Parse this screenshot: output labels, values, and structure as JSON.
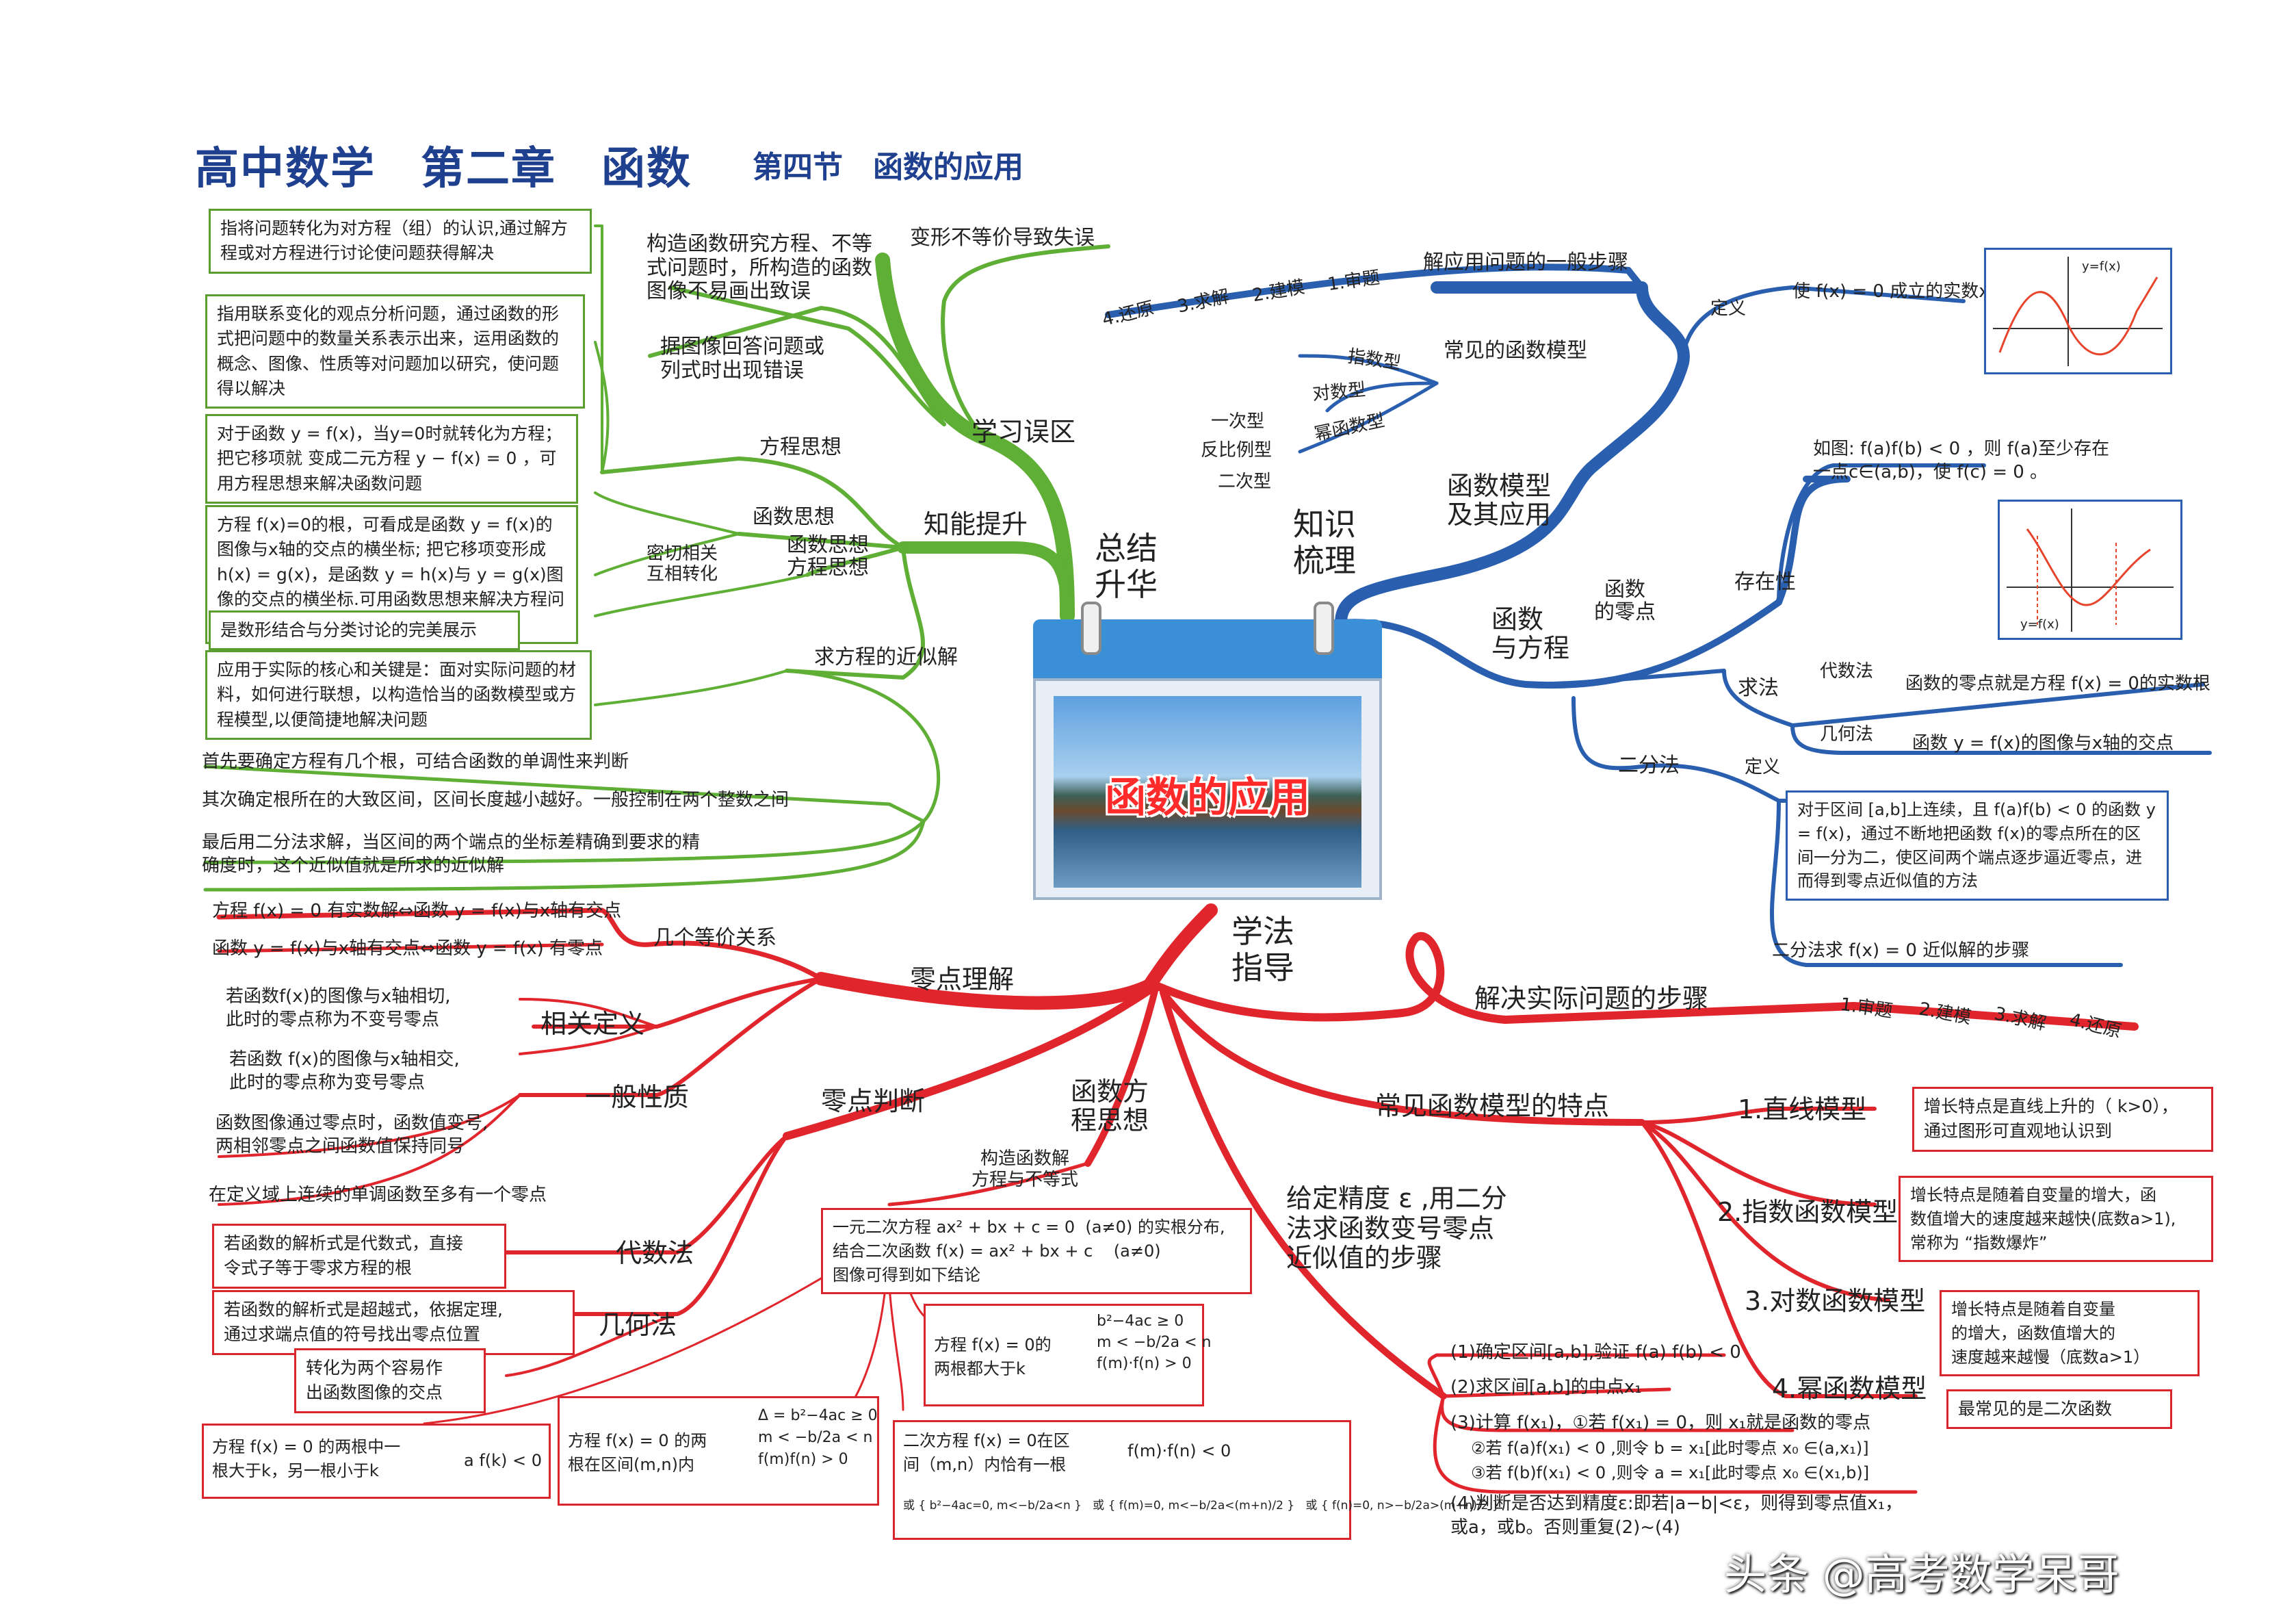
{
  "header": {
    "title": "高中数学　第二章　函数",
    "subtitle": "第四节　函数的应用"
  },
  "center": {
    "title": "函数的应用",
    "branch_zsth": "总结\n升华",
    "branch_zssl": "知识\n梳理",
    "branch_xfzd": "学法\n指导"
  },
  "green": {
    "xuexi_wuqu": "学习误区",
    "zhineng_tisheng": "知能提升",
    "bianxing": "变形不等价导致失误",
    "gouzao": "构造函数研究方程、不等\n式问题时，所构造的函数\n图像不易画出致误",
    "tuxiang_huida": "据图像回答问题或\n列式时出现错误",
    "fangcheng_sixiang": "方程思想",
    "hanshu_sixiang": "函数思想",
    "miqie": "密切相关\n互相转化",
    "hanshu_fangcheng": "函数思想\n方程思想",
    "qiu_jinsi": "求方程的近似解",
    "box1": "指将问题转化为对方程（组）的认识,通过解方程或对方程进行讨论使问题获得解决",
    "box2": "指用联系变化的观点分析问题，通过函数的形式把问题中的数量关系表示出来，运用函数的概念、图像、性质等对问题加以研究，使问题得以解决",
    "box3": "对于函数 y = f(x)，当y=0时就转化为方程；把它移项就 变成二元方程 y − f(x) = 0 ，可用方程思想来解决函数问题",
    "box4": "方程 f(x)=0的根，可看成是函数 y = f(x)的图像与x轴的交点的横坐标; 把它移项变形成 h(x) = g(x)，是函数 y = h(x)与 y = g(x)图像的交点的横坐标.可用函数思想来解决方程问题",
    "box5": "是数形结合与分类讨论的完美展示",
    "box6": "应用于实际的核心和关键是：面对实际问题的材料，如何进行联想，以构造恰当的函数模型或方程模型,以便简捷地解决问题",
    "line1": "首先要确定方程有几个根，可结合函数的单调性来判断",
    "line2": "其次确定根所在的大致区间，区间长度越小越好。一般控制在两个整数之间",
    "line3": "最后用二分法求解，当区间的两个端点的坐标差精确到要求的精\n确度时，这个近似值就是所求的近似解"
  },
  "blue": {
    "jiejue_buzhou": "解应用问题的一般步骤",
    "steps": [
      "4.还原",
      "3.求解",
      "2.建模",
      "1.审题"
    ],
    "changjian_moxing": "常见的函数模型",
    "models": [
      "指数型",
      "对数型",
      "幂函数型",
      "一次型",
      "反比例型",
      "二次型"
    ],
    "moxing_yingyong": "函数模型\n及其应用",
    "hanshu_fangcheng": "函数\n与方程",
    "hanshu_lingdian": "函数\n的零点",
    "dingyi": "定义",
    "dingyi_text": "使 f(x) = 0 成立的实数x",
    "cunzaixing": "存在性",
    "cunzaixing_text": "如图: f(a)f(b) < 0 ，则 f(a)至少存在\n一点c∈(a,b)，使 f(c) = 0 。",
    "qiufa": "求法",
    "daishufa": "代数法",
    "daishufa_text": "函数的零点就是方程 f(x) = 0的实数根",
    "jihefa": "几何法",
    "jihefa_text": "函数 y = f(x)的图像与x轴的交点",
    "erfenfa": "二分法",
    "erfen_dingyi": "定义",
    "erfen_box": "对于区间 [a,b]上连续，且 f(a)f(b) < 0 的函数 y = f(x)，通过不断地把函数 f(x)的零点所在的区间一分为二，使区间两个端点逐步逼近零点，进而得到零点近似值的方法",
    "erfen_buzhou": "二分法求 f(x) = 0 近似解的步骤",
    "chart1_label": "y=f(x)",
    "chart2_label": "y=f(x)"
  },
  "red": {
    "lingdian_lijie": "零点理解",
    "jige_dengjia": "几个等价关系",
    "dengjia1": "方程 f(x) = 0 有实数解⇔函数 y = f(x)与x轴有交点",
    "dengjia2": "函数 y = f(x)与x轴有交点⇔函数 y = f(x) 有零点",
    "xiangguan_dingyi": "相关定义",
    "ding1": "若函数f(x)的图像与x轴相切,\n此时的零点称为不变号零点",
    "ding2": "若函数 f(x)的图像与x轴相交,\n此时的零点称为变号零点",
    "yiban_xingzhi": "一般性质",
    "xingzhi1": "函数图像通过零点时，函数值变号,\n两相邻零点之间函数值保持同号",
    "xingzhi2": "在定义域上连续的单调函数至多有一个零点",
    "lingdian_panduan": "零点判断",
    "daishufa": "代数法",
    "daishu_box": "若函数的解析式是代数式，直接\n令式子等于零求方程的根",
    "jihefa": "几何法",
    "jihe_box": "若函数的解析式是超越式，依据定理,\n通过求端点值的符号找出零点位置",
    "zhuanhua_box": "转化为两个容易作\n出函数图像的交点",
    "hanshu_fangcheng_sixiang": "函数方\n程思想",
    "gouzao_budengshi": "构造函数解\n方程与不等式",
    "erci_box": "一元二次方程 ax² + bx + c = 0  (a≠0) 的实根分布,\n结合二次函数 f(x) = ax² + bx + c    (a≠0)\n图像可得到如下结论",
    "case1_left": "方程 f(x) = 0的\n两根都大于k",
    "case1_right": "b²−4ac ≥ 0\nm < −b/2a < n\nf(m)·f(n) > 0",
    "case2_left": "方程 f(x) = 0 的两根中一\n根大于k，另一根小于k",
    "case2_right": "a f(k) < 0",
    "case3_left": "方程 f(x) = 0 的两\n根在区间(m,n)内",
    "case3_right": "Δ = b²−4ac ≥ 0\nm < −b/2a < n\nf(m)f(n) > 0",
    "case4_left": "二次方程 f(x) = 0在区\n间（m,n）内恰有一根",
    "case4_right": "f(m)·f(n) < 0",
    "case4_extra": "或 { b²−4ac=0, m<−b/2a<n }   或 { f(m)=0, m<−b/2a<(m+n)/2 }   或 { f(n)=0, n>−b/2a>(m+n)/2 }",
    "jiejue_buzhou": "解决实际问题的步骤",
    "steps": [
      "1.审题",
      "2.建模",
      "3.求解",
      "4.还原"
    ],
    "changjian_tedian": "常见函数模型的特点",
    "m1": "1.直线模型",
    "m1_box": "增长特点是直线上升的（ k>0），\n通过图形可直观地认识到",
    "m2": "2.指数函数模型",
    "m2_box": "增长特点是随着自变量的增大，函\n数值增大的速度越来越快(底数a>1),\n常称为 “指数爆炸”",
    "m3": "3.对数函数模型",
    "m3_box": "增长特点是随着自变量\n的增大，函数值增大的\n速度越来越慢（底数a>1）",
    "m4": "4.幂函数模型",
    "m4_box": "最常见的是二次函数",
    "jingdu": "给定精度 ε ,用二分\n法求函数变号零点\n近似值的步骤",
    "s1": "(1)确定区间[a,b],验证 f(a) f(b) < 0",
    "s2": "(2)求区间[a,b]的中点x₁",
    "s3": "(3)计算 f(x₁)，①若 f(x₁) = 0，则 x₁就是函数的零点",
    "s3b": "②若 f(a)f(x₁) < 0 ,则令 b = x₁[此时零点 x₀ ∈(a,x₁)]",
    "s3c": "③若 f(b)f(x₁) < 0 ,则令 a = x₁[此时零点 x₀ ∈(x₁,b)]",
    "s4": "(4)判断是否达到精度ε:即若|a−b|<ε，则得到零点值x₁，\n或a，或b。否则重复(2)~(4)"
  },
  "watermark": "头条 @高考数学呆哥",
  "colors": {
    "green": "#5fae35",
    "blue": "#2a5fb0",
    "red": "#e0262c",
    "title": "#1f3f8f"
  }
}
